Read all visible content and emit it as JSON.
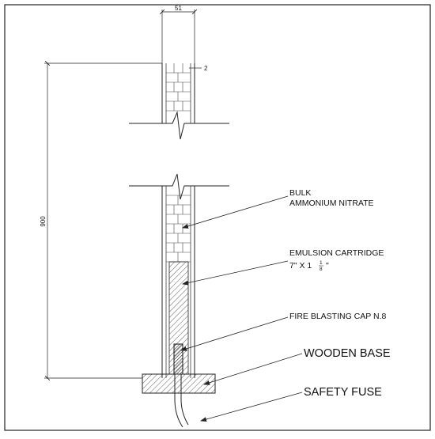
{
  "dimensions": {
    "width_top": "51",
    "wall": "2",
    "height": "900"
  },
  "labels": {
    "bulk_line1": "BULK",
    "bulk_line2": "AMMONIUM NITRATE",
    "emulsion_line1": "EMULSION CARTRIDGE",
    "emulsion_size_prefix": "7\" X 1",
    "emulsion_frac_num": "1",
    "emulsion_frac_den": "8",
    "emulsion_size_suffix": "\"",
    "cap": "FIRE BLASTING CAP N.8",
    "wooden_base": "WOODEN BASE",
    "safety_fuse": "SAFETY FUSE"
  }
}
